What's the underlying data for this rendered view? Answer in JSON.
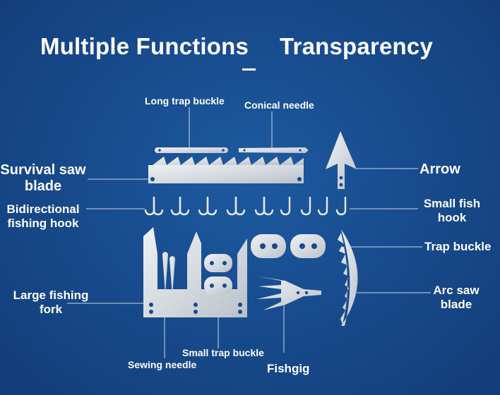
{
  "header": {
    "tabs": [
      {
        "label": "Multiple Functions",
        "active": true
      },
      {
        "label": "Transparency",
        "active": false
      }
    ]
  },
  "labels": {
    "long_trap_buckle": "Long trap buckle",
    "conical_needle": "Conical needle",
    "survival_saw_blade_line1": "Survival saw",
    "survival_saw_blade_line2": "blade",
    "arrow": "Arrow",
    "bidirectional_line1": "Bidirectional",
    "bidirectional_line2": "fishing hook",
    "small_fish_hook_line1": "Small fish",
    "small_fish_hook_line2": "hook",
    "trap_buckle": "Trap buckle",
    "arc_saw_blade_line1": "Arc saw",
    "arc_saw_blade_line2": "blade",
    "large_fishing_fork_line1": "Large fishing",
    "large_fishing_fork_line2": "fork",
    "small_trap_buckle": "Small trap buckle",
    "sewing_needle": "Sewing needle",
    "fishgig": "Fishgig"
  },
  "colors": {
    "background": "#17498a",
    "metal": "#d9dde2",
    "leader_line": "#c9d6e8",
    "text": "#ffffff"
  }
}
